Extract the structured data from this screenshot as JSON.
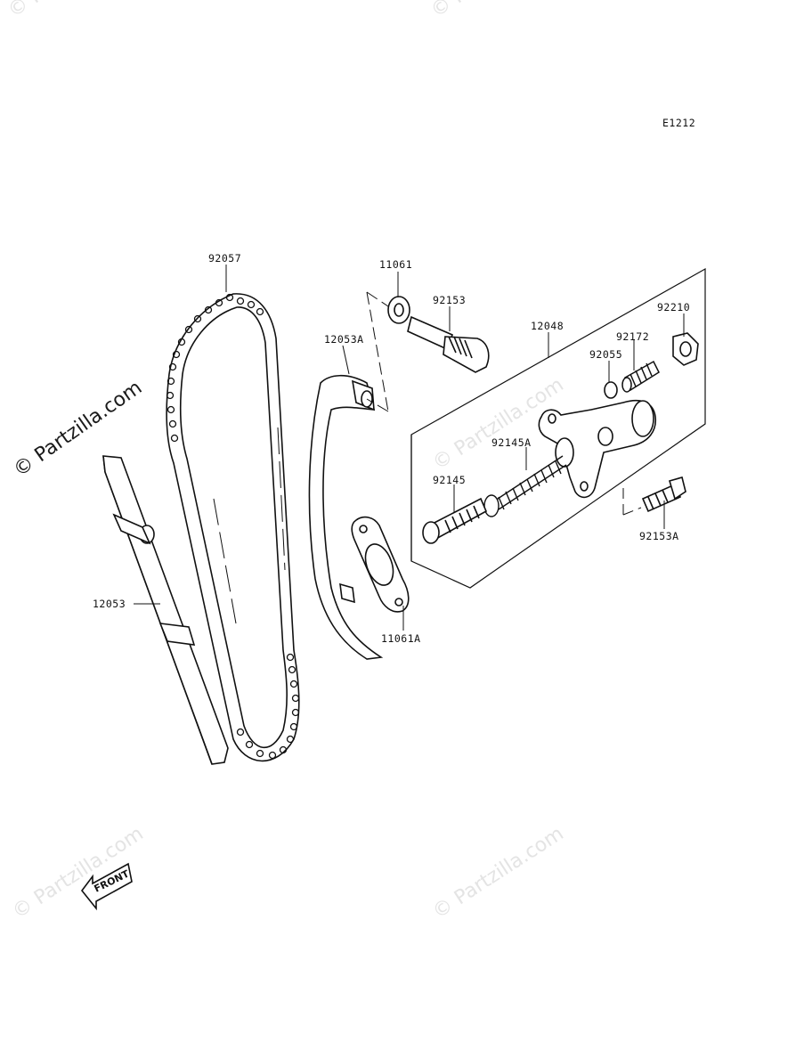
{
  "diagram_code": "E1212",
  "watermark": "© Partzilla.com",
  "front_label": "FRONT",
  "parts": {
    "chain": "92057",
    "washer_top": "11061",
    "bolt_top": "92153",
    "guide_upper": "12053A",
    "tensioner_assy": "12048",
    "nut": "92210",
    "spring_small": "92172",
    "oring": "92055",
    "spring_main": "92145A",
    "rod": "92145",
    "bolt_side": "92153A",
    "gasket": "11061A",
    "guide_left": "12053"
  },
  "colors": {
    "line": "#111111",
    "watermark": "#e6e6e6"
  }
}
